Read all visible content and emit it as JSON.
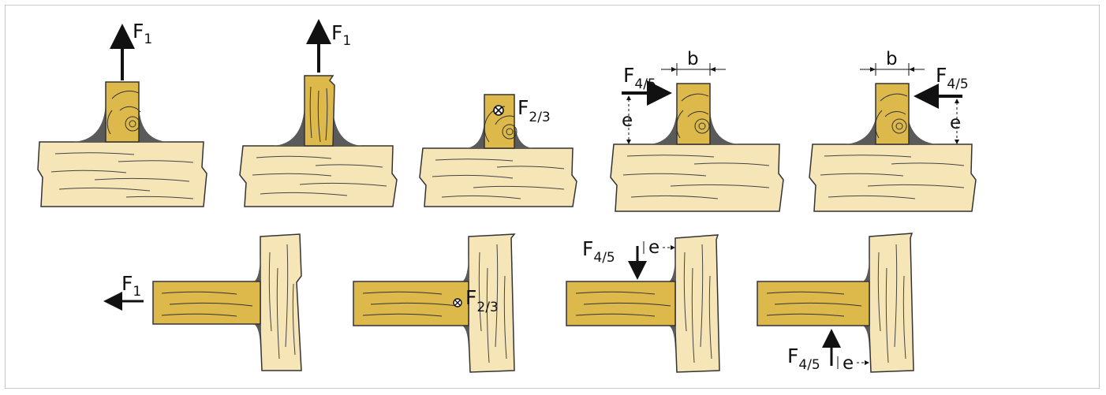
{
  "labels": {
    "f1": "F",
    "f1_sub": "1",
    "f23": "F",
    "f23_sub": "2/3",
    "f45": "F",
    "f45_sub": "4/5",
    "b": "b",
    "e": "e"
  },
  "colors": {
    "end_grain": "#ddb94c",
    "beam": "#f5e5b7",
    "glue": "#5a5a5a",
    "ink": "#111111",
    "frame": "#c8c8c8"
  }
}
